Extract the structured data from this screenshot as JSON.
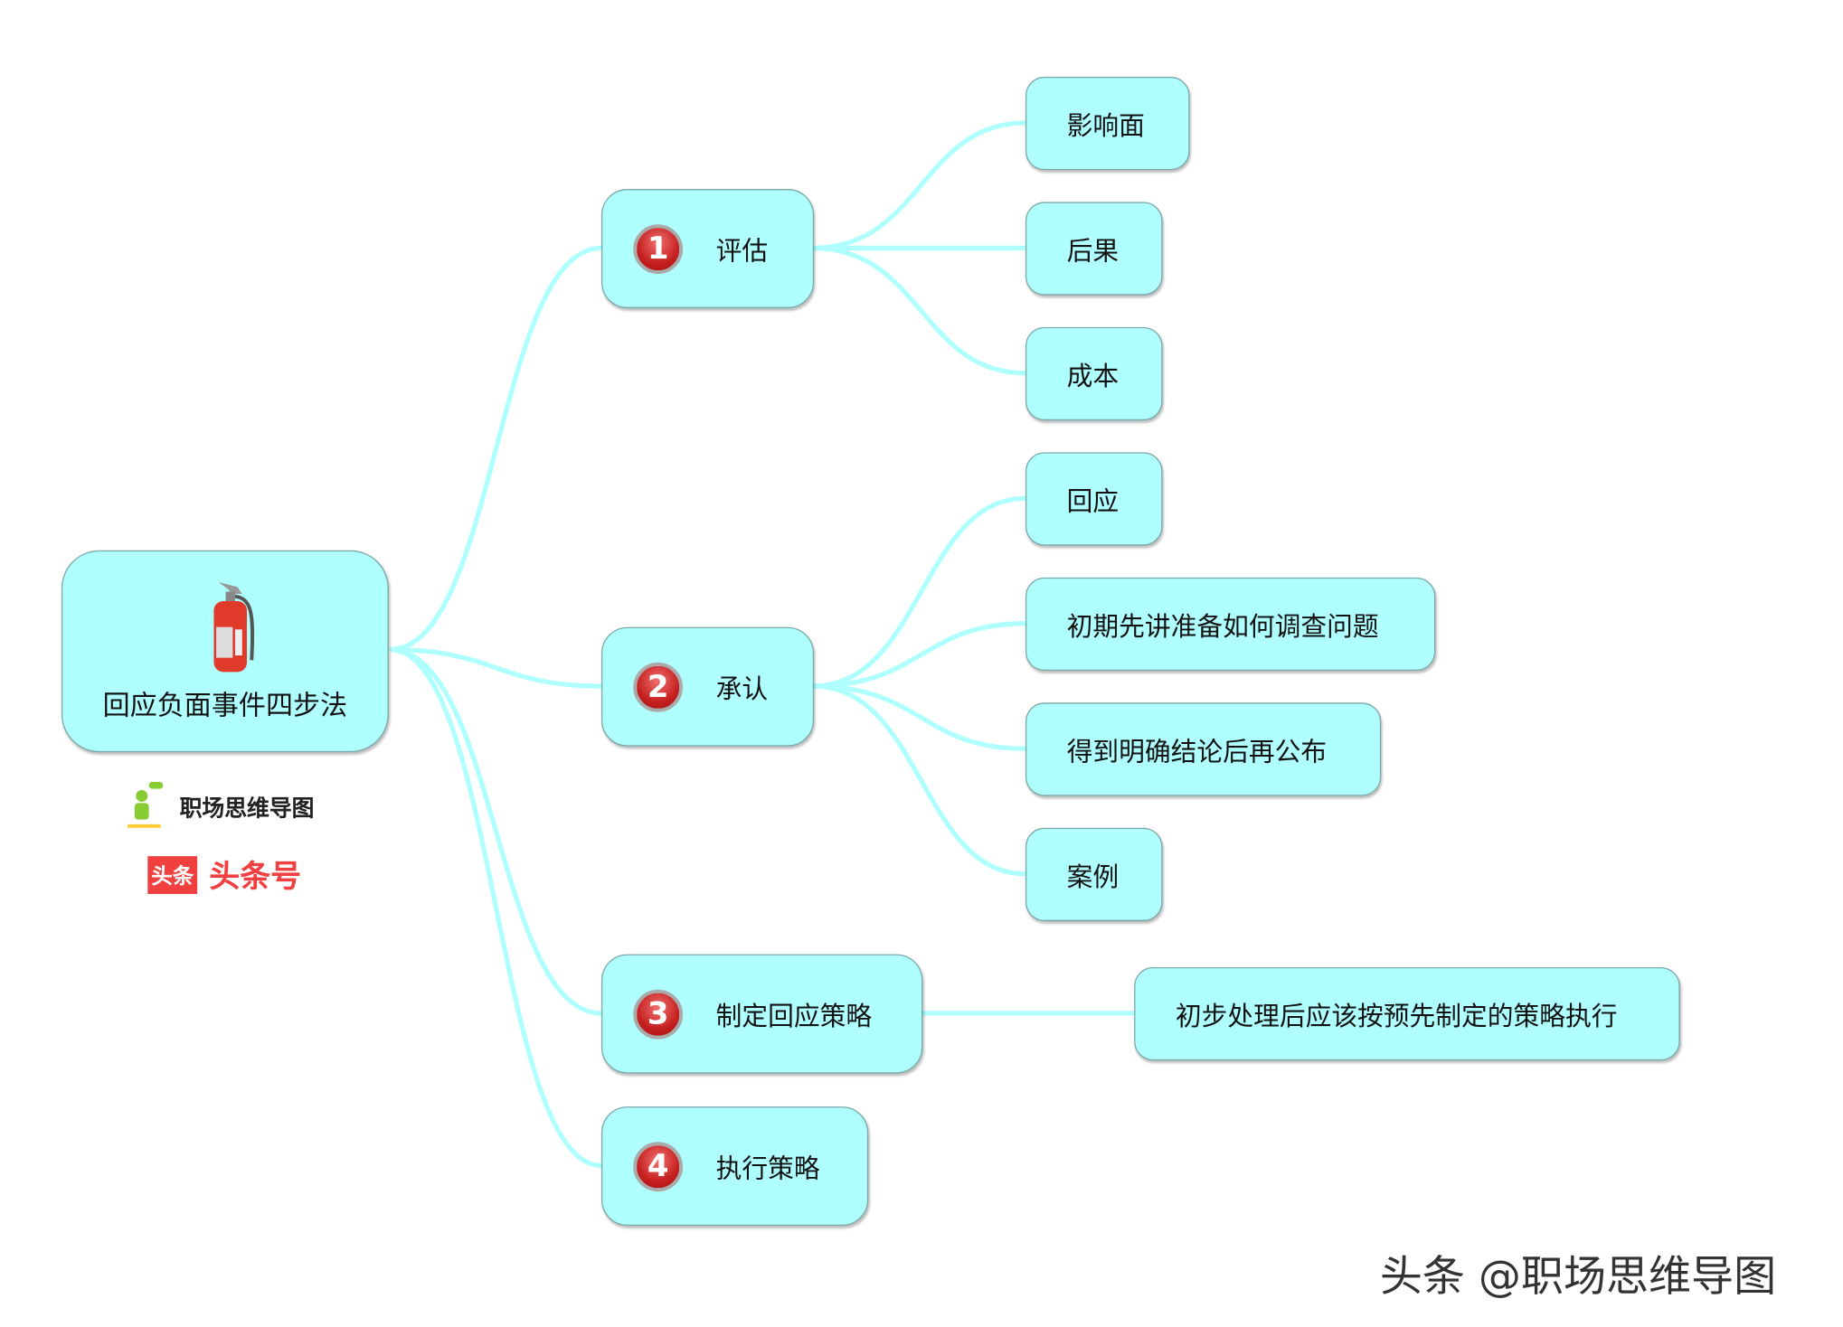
{
  "title": "回应负面事件四步法",
  "root_icon": "fire-extinguisher-icon",
  "steps": [
    {
      "num": "1",
      "label": "评估",
      "children": [
        "影响面",
        "后果",
        "成本"
      ]
    },
    {
      "num": "2",
      "label": "承认",
      "children": [
        "回应",
        "初期先讲准备如何调查问题",
        "得到明确结论后再公布",
        "案例"
      ]
    },
    {
      "num": "3",
      "label": "制定回应策略",
      "children": [
        "初步处理后应该按预先制定的策略执行"
      ]
    },
    {
      "num": "4",
      "label": "执行策略",
      "children": []
    }
  ],
  "brand": {
    "name": "职场思维导图",
    "platform_logo": "头条",
    "platform": "头条号"
  },
  "watermark": "头条 @职场思维导图",
  "colors": {
    "node_fill": "#b0ffff",
    "link": "#b0ffff",
    "badge": "#c62020",
    "brand_red": "#f04040"
  }
}
